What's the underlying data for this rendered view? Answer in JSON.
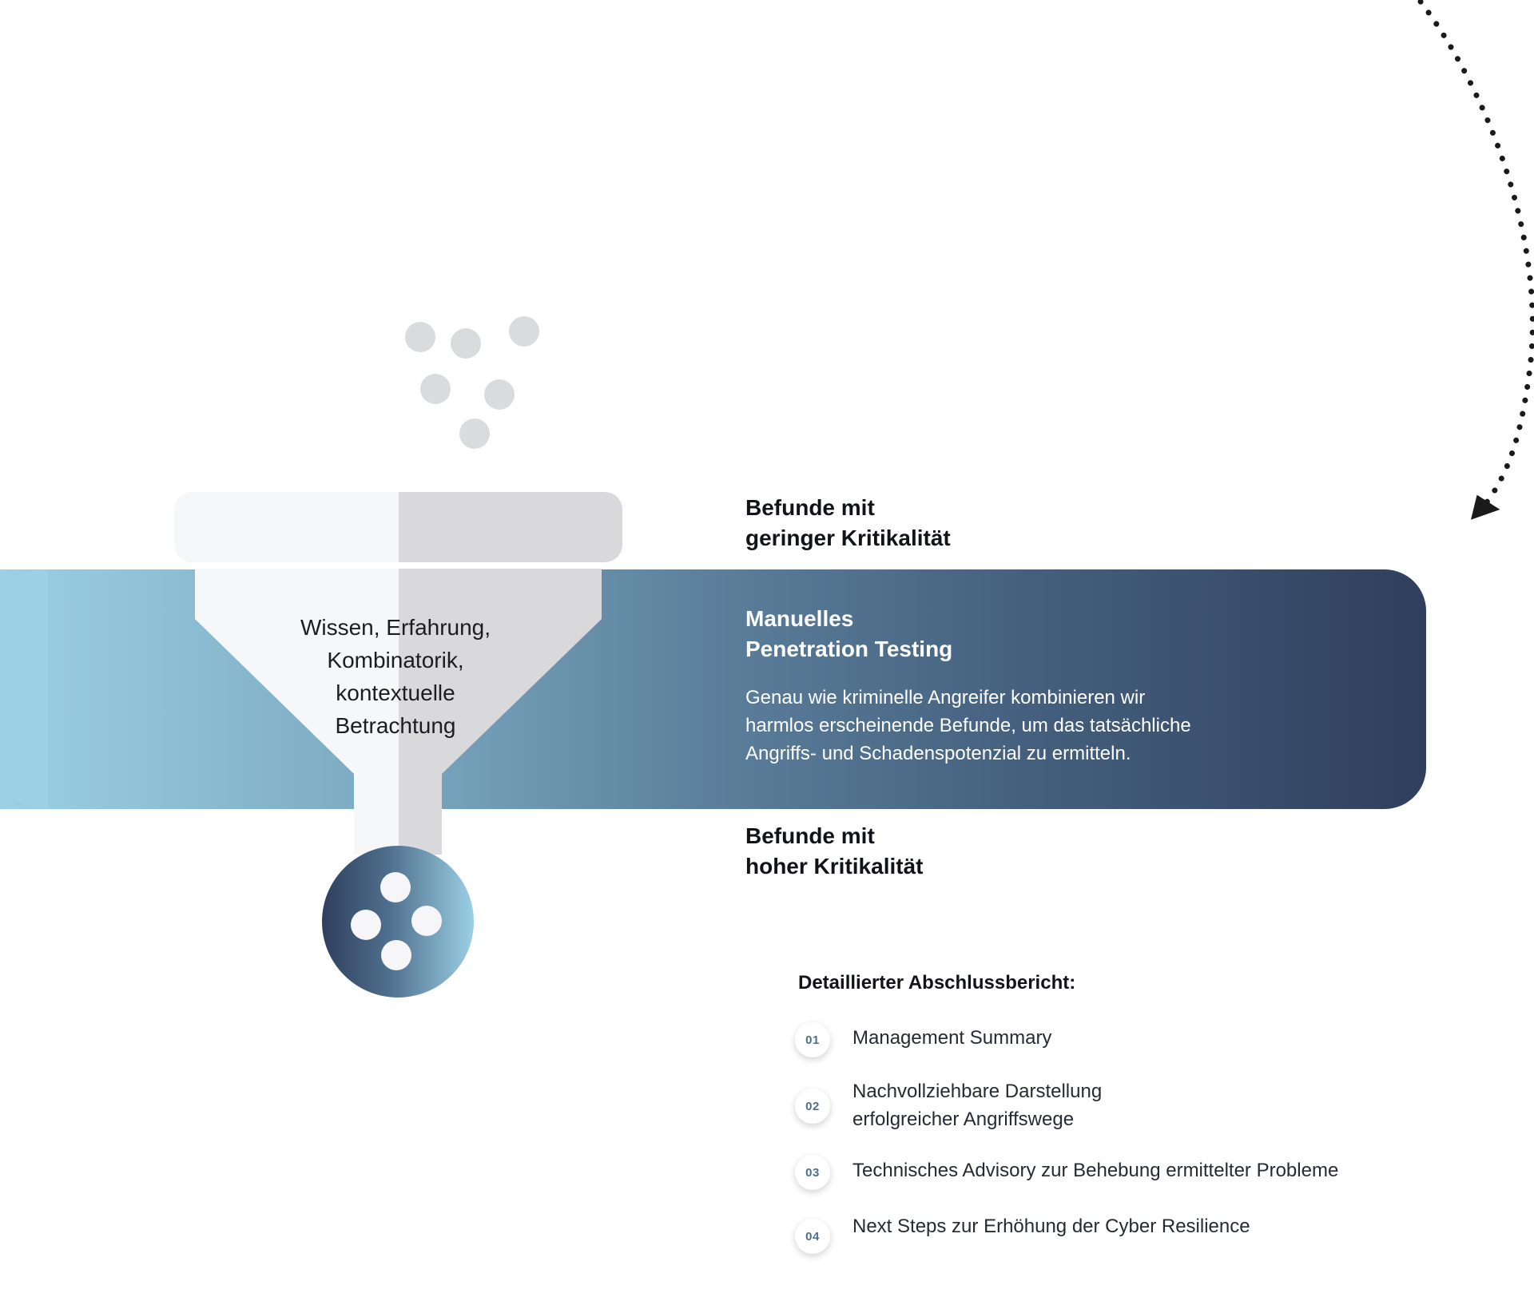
{
  "diagram": {
    "funnel_label": [
      "Wissen, Erfahrung,",
      "Kombinatorik,",
      "kontextuelle",
      "Betrachtung"
    ],
    "input_heading": [
      "Befunde mit",
      "geringer Kritikalität"
    ],
    "band_heading": [
      "Manuelles",
      "Penetration Testing"
    ],
    "band_description": [
      "Genau wie kriminelle Angreifer kombinieren wir",
      "harmlos erscheinende Befunde, um das tatsächliche",
      "Angriffs- und  Schadenspotenzial zu ermitteln."
    ],
    "output_heading": [
      "Befunde mit",
      "hoher Kritikalität"
    ]
  },
  "report": {
    "title": "Detaillierter Abschlussbericht:",
    "items": [
      {
        "number": "01",
        "label": [
          "Management Summary"
        ]
      },
      {
        "number": "02",
        "label": [
          "Nachvollziehbare Darstellung",
          "erfolgreicher Angriffswege"
        ]
      },
      {
        "number": "03",
        "label": [
          "Technisches Advisory zur Behebung ermittelter Probleme"
        ]
      },
      {
        "number": "04",
        "label": [
          "Next Steps zur Erhöhung der Cyber Resilience"
        ]
      }
    ]
  },
  "colors": {
    "band_start": "#9bd0e5",
    "band_end": "#2f3f5d",
    "funnel_light": "#f6f7f9",
    "funnel_shadow": "#d9d9dc",
    "particle": "#dadbdd",
    "badge_text": "#4d6f8c"
  },
  "icons": {
    "arrow": "dotted-curved-arrow-icon",
    "funnel": "funnel-icon"
  }
}
